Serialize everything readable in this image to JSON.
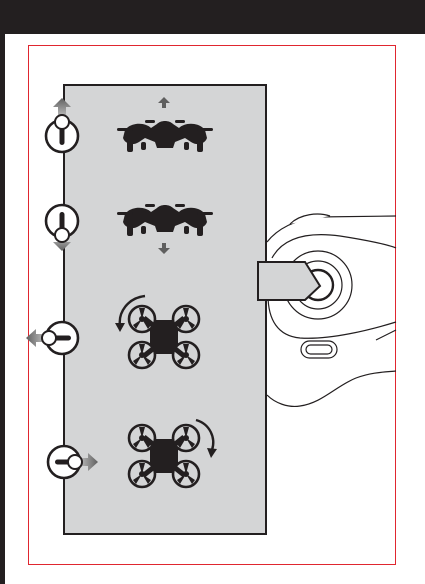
{
  "colors": {
    "header": "#231f20",
    "frame": "#e0262f",
    "panel": "#d4d5d6",
    "ink": "#231f20",
    "arrow_light": "#adadad",
    "arrow_dark": "#6d6d6d"
  },
  "rows": [
    {
      "stick": "up",
      "action": "drone-ascend",
      "arrow": "up-arrow-icon"
    },
    {
      "stick": "down",
      "action": "drone-descend",
      "arrow": "down-arrow-icon"
    },
    {
      "stick": "left",
      "action": "drone-rotate-left",
      "arrow": "rotate-left-arrow-icon"
    },
    {
      "stick": "right",
      "action": "drone-rotate-right",
      "arrow": "rotate-right-arrow-icon"
    }
  ],
  "callout": {
    "target": "controller-left-stick"
  }
}
